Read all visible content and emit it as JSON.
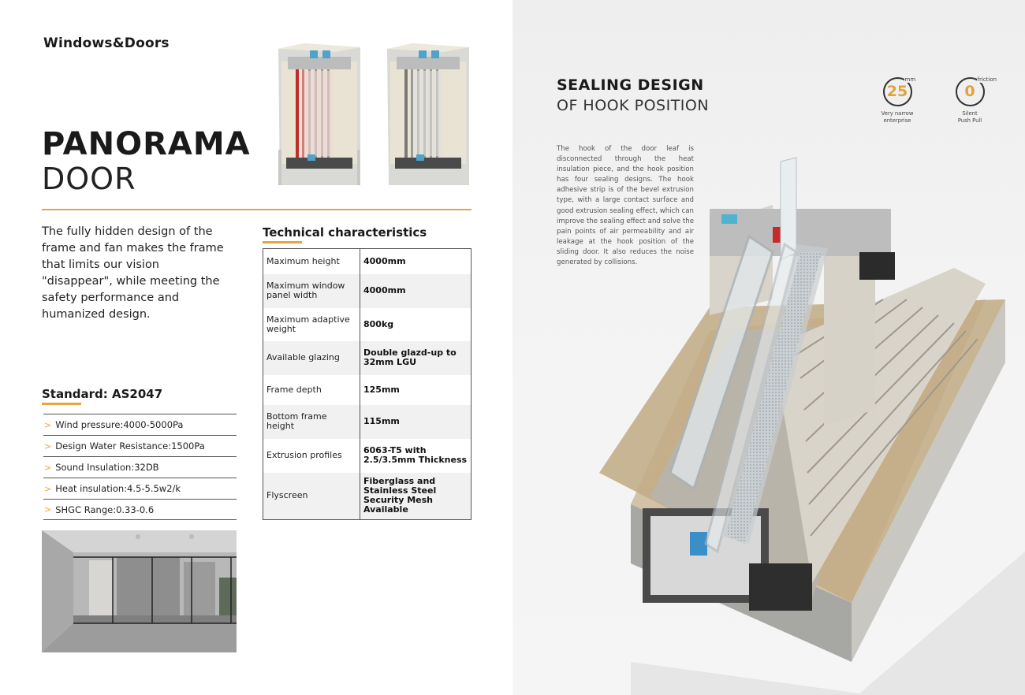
{
  "brand": "Windows&Doors",
  "title": {
    "line1": "PANORAMA",
    "line2": "DOOR"
  },
  "intro": "The fully hidden design of the frame and fan makes the frame that limits our vision \"disappear\", while meeting the safety performance and humanized design.",
  "standard": {
    "title": "Standard: AS2047",
    "items": [
      "Wind pressure:4000-5000Pa",
      "Design Water Resistance:1500Pa",
      "Sound Insulation:32DB",
      "Heat insulation:4.5-5.5w2/k",
      "SHGC Range:0.33-0.6"
    ]
  },
  "tech": {
    "title": "Technical characteristics",
    "rows": [
      {
        "key": "Maximum height",
        "value": "4000mm"
      },
      {
        "key": "Maximum window panel width",
        "value": "4000mm"
      },
      {
        "key": "Maximum adaptive weight",
        "value": "800kg"
      },
      {
        "key": "Available glazing",
        "value": "Double glazd-up to 32mm LGU"
      },
      {
        "key": "Frame depth",
        "value": "125mm"
      },
      {
        "key": "Bottom frame height",
        "value": "115mm"
      },
      {
        "key": "Extrusion profiles",
        "value": "6063-T5 with 2.5/3.5mm Thickness"
      },
      {
        "key": "Flyscreen",
        "value": "Fiberglass and Stainless Steel Security Mesh Available"
      }
    ]
  },
  "sealing": {
    "title1": "SEALING DESIGN",
    "title2": "OF HOOK POSITION",
    "text": "The hook of the door leaf is disconnected through the heat insulation piece, and the hook position has four sealing designs. The hook adhesive strip is of the bevel extrusion type, with a large contact surface and good extrusion sealing effect, which can improve the sealing effect and solve the pain points of air permeability and air leakage at the hook position of the sliding door. It also reduces the noise generated by collisions."
  },
  "badges": [
    {
      "num": "25",
      "unit": "mm",
      "caption1": "Very narrow",
      "caption2": "enterprise"
    },
    {
      "num": "0",
      "unit": "friction",
      "caption1": "Silent",
      "caption2": "Push Pull"
    }
  ],
  "colors": {
    "accent": "#e8a33c",
    "badge_num": "#e0a33e",
    "rule": "#555555"
  },
  "icons": {
    "bullet": "chevron-right-icon"
  }
}
